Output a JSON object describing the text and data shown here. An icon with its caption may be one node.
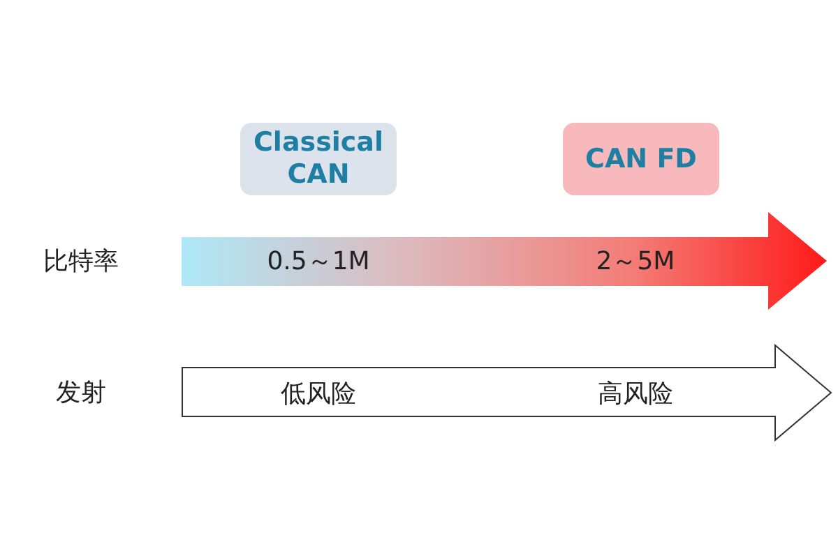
{
  "diagram": {
    "nodes": [
      {
        "text": [
          "Classical CAN"
        ]
      },
      {
        "text": [
          "CAN FD"
        ]
      },
      {
        "text": [
          "0.5～1M",
          "2～5M"
        ]
      },
      {
        "text": [
          "低风险",
          "高风险"
        ]
      }
    ],
    "edges": [],
    "labels": [
      "比特率",
      "发射"
    ]
  }
}
